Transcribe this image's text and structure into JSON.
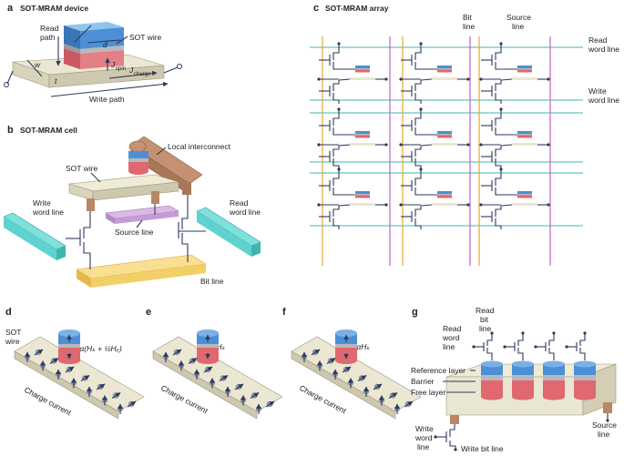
{
  "panels": {
    "a": {
      "letter": "a",
      "title": "SOT-MRAM device",
      "labels": {
        "read_path": "Read",
        "read_path2": "path",
        "sot_wire": "SOT wire",
        "w": "w",
        "t": "t",
        "d": "d",
        "jspin": "J",
        "jspin_sub": "spin",
        "jcharge": "J",
        "jcharge_sub": "charge",
        "write_path": "Write path"
      }
    },
    "b": {
      "letter": "b",
      "title": "SOT-MRAM cell",
      "labels": {
        "local_interconnect": "Local interconnect",
        "sot_wire": "SOT wire",
        "write1": "Write",
        "write2": "word line",
        "read1": "Read",
        "read2": "word line",
        "source_line": "Source line",
        "bit_line": "Bit line"
      }
    },
    "c": {
      "letter": "c",
      "title": "SOT-MRAM array",
      "labels": {
        "bit1": "Bit",
        "bit2": "line",
        "src1": "Source",
        "src2": "line",
        "rwl1": "Read",
        "rwl2": "word line",
        "wwl1": "Write",
        "wwl2": "word line"
      }
    },
    "d": {
      "letter": "d",
      "labels": {
        "sot1": "SOT",
        "sot2": "wire",
        "eq": "Iₑ = α(Hₖ + ½Hₑ)",
        "charge": "Charge current"
      }
    },
    "e": {
      "letter": "e",
      "labels": {
        "eq": "Iₑ = Hₖ",
        "charge": "Charge current"
      }
    },
    "f": {
      "letter": "f",
      "labels": {
        "eq": "Iₑ = αHₖ",
        "charge": "Charge current"
      }
    },
    "g": {
      "letter": "g",
      "labels": {
        "rb1": "Read",
        "rb2": "bit",
        "rb3": "line",
        "rw1": "Read",
        "rw2": "word",
        "rw3": "line",
        "ref": "Reference layer",
        "barrier": "Barrier",
        "free": "Free layer",
        "ww1": "Write",
        "ww2": "word",
        "ww3": "line",
        "wbl": "Write bit line",
        "src1": "Source",
        "src2": "line"
      }
    }
  },
  "colors": {
    "blue": "#4c8fd6",
    "red": "#e0686e",
    "grey": "#b8b8bc",
    "wire": "#2d3a5c",
    "bitline": "#e6a62e",
    "sourceline": "#c65dc9",
    "wordline": "#3fb5b0",
    "beige": "#e9e6d2",
    "brown": "#b98766",
    "cyan": "#5fd1cf",
    "yellow": "#f3cf67",
    "purple": "#c69bd6"
  }
}
